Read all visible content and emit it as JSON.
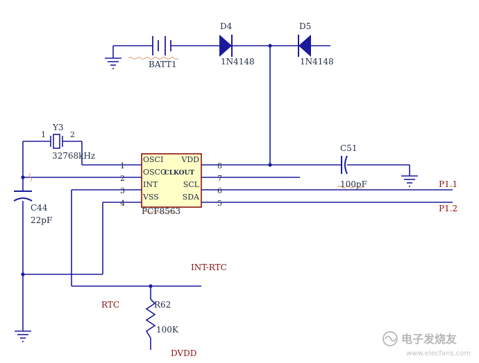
{
  "battery": {
    "label": "BATT1"
  },
  "diodes": [
    {
      "ref": "D4",
      "part": "1N4148"
    },
    {
      "ref": "D5",
      "part": "1N4148"
    }
  ],
  "crystal": {
    "ref": "Y3",
    "value": "32768kHz",
    "pin1": "1",
    "pin2": "2"
  },
  "cap_c44": {
    "ref": "C44",
    "value": "22pF"
  },
  "cap_c51": {
    "ref": "C51",
    "value": "100pF"
  },
  "ic": {
    "part": "PCF8563",
    "left_pins": [
      "OSCI",
      "OSCO",
      "INT",
      "VSS"
    ],
    "right_pins": [
      "VDD",
      "CLKOUT",
      "SCL",
      "SDA"
    ],
    "left_numbers": [
      "1",
      "2",
      "3",
      "4"
    ],
    "right_numbers": [
      "8",
      "7",
      "6",
      "5"
    ]
  },
  "nets": {
    "p11": "P1.1",
    "p12": "P1.2",
    "int_rtc": "INT-RTC",
    "rtc": "RTC",
    "dvdd": "DVDD"
  },
  "resistor": {
    "ref": "R62",
    "value": "100K"
  },
  "watermark": {
    "text": "电子发烧友",
    "url": "www.elecfans.com"
  },
  "colors": {
    "wire": "#1a1a9c",
    "component": "#1a1a9c",
    "ic_fill": "#ffffc6",
    "ic_border": "#8a1111",
    "net_label": "#8a1111"
  }
}
